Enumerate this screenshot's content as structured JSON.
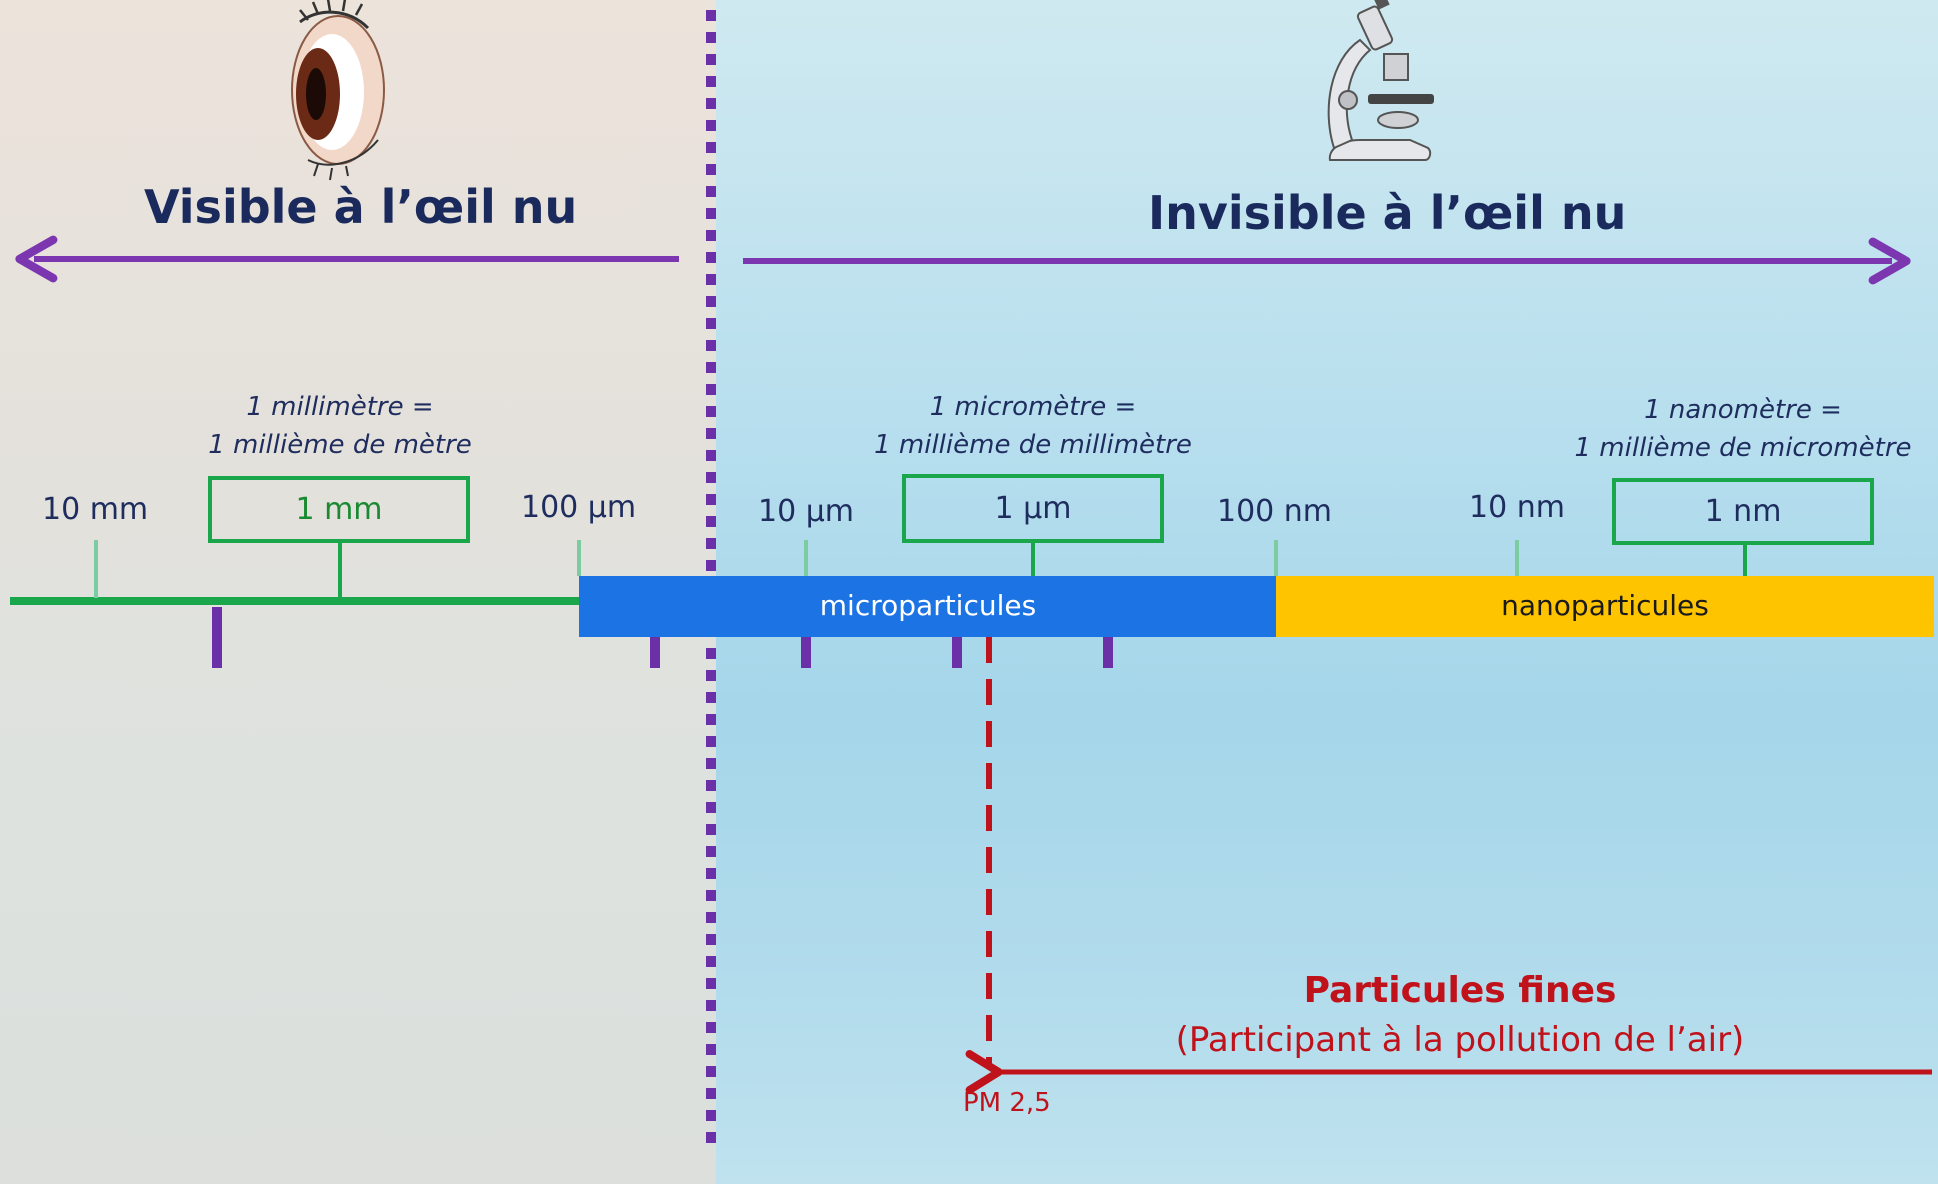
{
  "left_heading": "Visible à l’œil nu",
  "right_heading": "Invisible à l’œil nu",
  "definitions": {
    "millimetre": [
      "1 millimètre =",
      "1 millième de mètre"
    ],
    "micrometre": [
      "1 micromètre =",
      "1 millième de millimètre"
    ],
    "nanometre": [
      "1 nanomètre =",
      "1 millième de micromètre"
    ]
  },
  "scale_labels": {
    "10mm": "10 mm",
    "1mm": "1 mm",
    "100um": "100 µm",
    "10um": "10 µm",
    "1um": "1 µm",
    "100nm": "100 nm",
    "10nm": "10 nm",
    "1nm": "1 nm"
  },
  "bands": {
    "micro": "microparticules",
    "nano": "nanoparticules"
  },
  "fine_particles": {
    "title": "Particules fines",
    "subtitle": "(Participant à la pollution de l’air)",
    "marker": "PM 2,5"
  },
  "colors": {
    "scale_green": "#1aa64a",
    "tick_purple": "#6b2fa8",
    "divider_purple": "#6b2fa8",
    "arrow_purple": "#7b36b0",
    "micro_blue": "#1c73e3",
    "nano_yellow": "#ffc400",
    "fine_red": "#c0121a"
  },
  "icons": {
    "eye": "eye-icon",
    "microscope": "microscope-icon"
  }
}
